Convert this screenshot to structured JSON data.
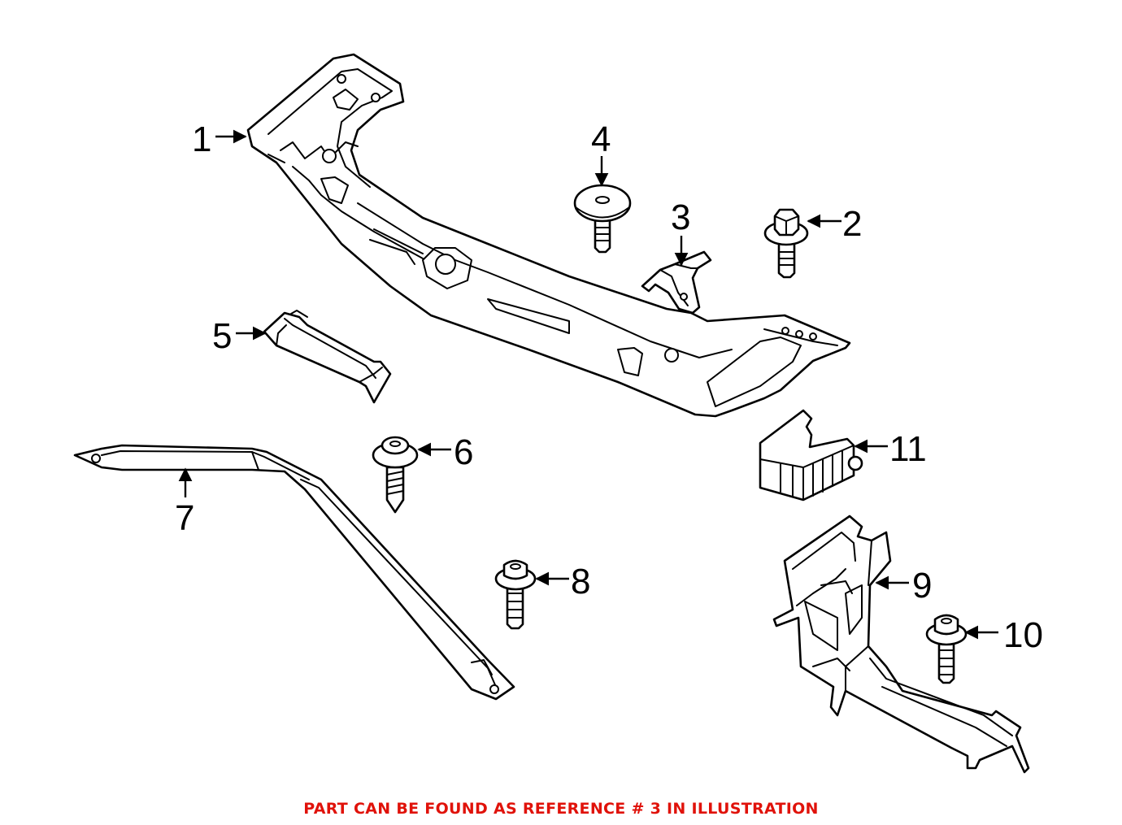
{
  "diagram": {
    "callouts": [
      {
        "id": "1",
        "label": "1"
      },
      {
        "id": "2",
        "label": "2"
      },
      {
        "id": "3",
        "label": "3"
      },
      {
        "id": "4",
        "label": "4"
      },
      {
        "id": "5",
        "label": "5"
      },
      {
        "id": "6",
        "label": "6"
      },
      {
        "id": "7",
        "label": "7"
      },
      {
        "id": "8",
        "label": "8"
      },
      {
        "id": "9",
        "label": "9"
      },
      {
        "id": "10",
        "label": "10"
      },
      {
        "id": "11",
        "label": "11"
      }
    ]
  },
  "footer": {
    "note": "PART CAN BE FOUND AS REFERENCE # 3 IN ILLUSTRATION",
    "note_color": "#e0120a"
  }
}
